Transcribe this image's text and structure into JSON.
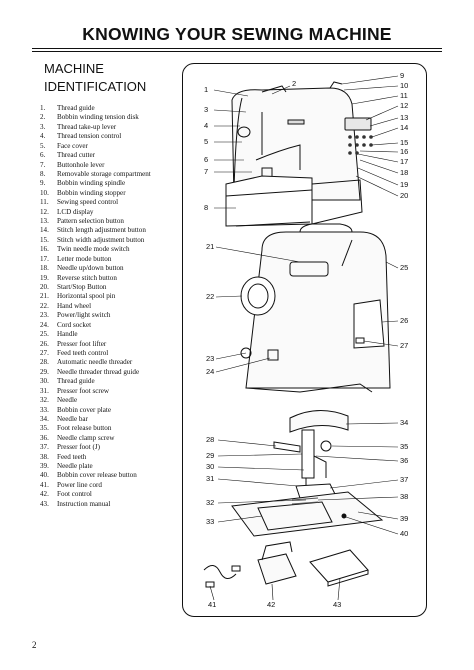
{
  "header": {
    "title": "KNOWING YOUR SEWING MACHINE"
  },
  "section": {
    "line1": "MACHINE",
    "line2": "IDENTIFICATION"
  },
  "parts": [
    {
      "num": "1.",
      "label": "Thread guide"
    },
    {
      "num": "2.",
      "label": "Bobbin winding tension disk"
    },
    {
      "num": "3.",
      "label": "Thread take-up lever"
    },
    {
      "num": "4.",
      "label": "Thread tension control"
    },
    {
      "num": "5.",
      "label": "Face cover"
    },
    {
      "num": "6.",
      "label": "Thread cutter"
    },
    {
      "num": "7.",
      "label": "Buttonhole lever"
    },
    {
      "num": "8.",
      "label": "Removable storage compartment"
    },
    {
      "num": "9.",
      "label": "Bobbin winding spindle"
    },
    {
      "num": "10.",
      "label": "Bobbin winding stopper"
    },
    {
      "num": "11.",
      "label": "Sewing speed control"
    },
    {
      "num": "12.",
      "label": "LCD display"
    },
    {
      "num": "13.",
      "label": "Pattern selection button"
    },
    {
      "num": "14.",
      "label": "Stitch length adjustment button"
    },
    {
      "num": "15.",
      "label": "Stitch width adjustment button"
    },
    {
      "num": "16.",
      "label": "Twin needle mode switch"
    },
    {
      "num": "17.",
      "label": "Letter mode button"
    },
    {
      "num": "18.",
      "label": "Needle up/down button"
    },
    {
      "num": "19.",
      "label": "Reverse stitch button"
    },
    {
      "num": "20.",
      "label": "Start/Stop Button"
    },
    {
      "num": "21.",
      "label": "Horizontal spool pin"
    },
    {
      "num": "22.",
      "label": "Hand wheel"
    },
    {
      "num": "23.",
      "label": "Power/light switch"
    },
    {
      "num": "24.",
      "label": "Cord socket"
    },
    {
      "num": "25.",
      "label": "Handle"
    },
    {
      "num": "26.",
      "label": "Presser foot lifter"
    },
    {
      "num": "27.",
      "label": "Feed teeth control"
    },
    {
      "num": "28.",
      "label": "Automatic needle threader"
    },
    {
      "num": "29.",
      "label": "Needle threader thread guide"
    },
    {
      "num": "30.",
      "label": "Thread guide"
    },
    {
      "num": "31.",
      "label": "Presser foot screw"
    },
    {
      "num": "32.",
      "label": "Needle"
    },
    {
      "num": "33.",
      "label": "Bobbin cover plate"
    },
    {
      "num": "34.",
      "label": "Needle bar"
    },
    {
      "num": "35.",
      "label": "Foot release button"
    },
    {
      "num": "36.",
      "label": "Needle clamp screw"
    },
    {
      "num": "37.",
      "label": "Presser foot (J)"
    },
    {
      "num": "38.",
      "label": "Feed teeth"
    },
    {
      "num": "39.",
      "label": "Needle plate"
    },
    {
      "num": "40.",
      "label": "Bobbin cover release button"
    },
    {
      "num": "41.",
      "label": "Power line cord"
    },
    {
      "num": "42.",
      "label": "Foot control"
    },
    {
      "num": "43.",
      "label": "Instruction manual"
    }
  ],
  "callouts": {
    "c1": "1",
    "c2": "2",
    "c3": "3",
    "c4": "4",
    "c5": "5",
    "c6": "6",
    "c7": "7",
    "c8": "8",
    "c9": "9",
    "c10": "10",
    "c11": "11",
    "c12": "12",
    "c13": "13",
    "c14": "14",
    "c15": "15",
    "c16": "16",
    "c17": "17",
    "c18": "18",
    "c19": "19",
    "c20": "20",
    "c21": "21",
    "c22": "22",
    "c23": "23",
    "c24": "24",
    "c25": "25",
    "c26": "26",
    "c27": "27",
    "c28": "28",
    "c29": "29",
    "c30": "30",
    "c31": "31",
    "c32": "32",
    "c33": "33",
    "c34": "34",
    "c35": "35",
    "c36": "36",
    "c37": "37",
    "c38": "38",
    "c39": "39",
    "c40": "40",
    "c41": "41",
    "c42": "42",
    "c43": "43"
  },
  "footer": {
    "page_number": "2"
  }
}
